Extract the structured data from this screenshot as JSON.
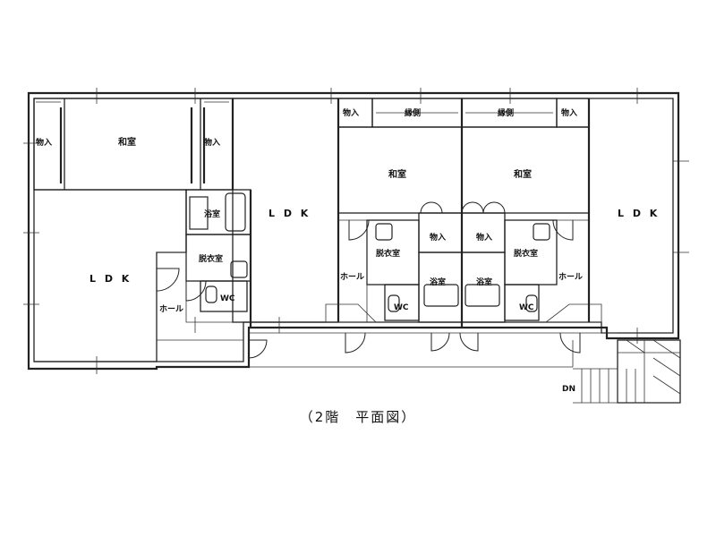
{
  "caption": "（2階　平面図）",
  "dn_label": "DN",
  "rooms": {
    "unit1_washitsu": "和室",
    "unit1_monoire_left": "物入",
    "unit1_monoire_right": "物入",
    "unit1_ldk": "L D K",
    "unit1_yokushitsu": "浴室",
    "unit1_datsuishitsu": "脱衣室",
    "unit1_wc": "WC",
    "unit1_hall": "ホール",
    "unit2_ldk": "L D K",
    "unit2_monoire_top": "物入",
    "unit2_engawa": "縁側",
    "unit2_washitsu": "和室",
    "unit2_monoire_mid": "物入",
    "unit2_datsuishitsu": "脱衣室",
    "unit2_hall": "ホール",
    "unit2_yokushitsu": "浴室",
    "unit2_wc": "WC",
    "unit3_engawa": "縁側",
    "unit3_monoire_top": "物入",
    "unit3_washitsu": "和室",
    "unit3_monoire_mid": "物入",
    "unit3_datsuishitsu": "脱衣室",
    "unit3_hall": "ホール",
    "unit3_yokushitsu": "浴室",
    "unit3_wc": "WC",
    "unit3_ldk": "L D K"
  }
}
